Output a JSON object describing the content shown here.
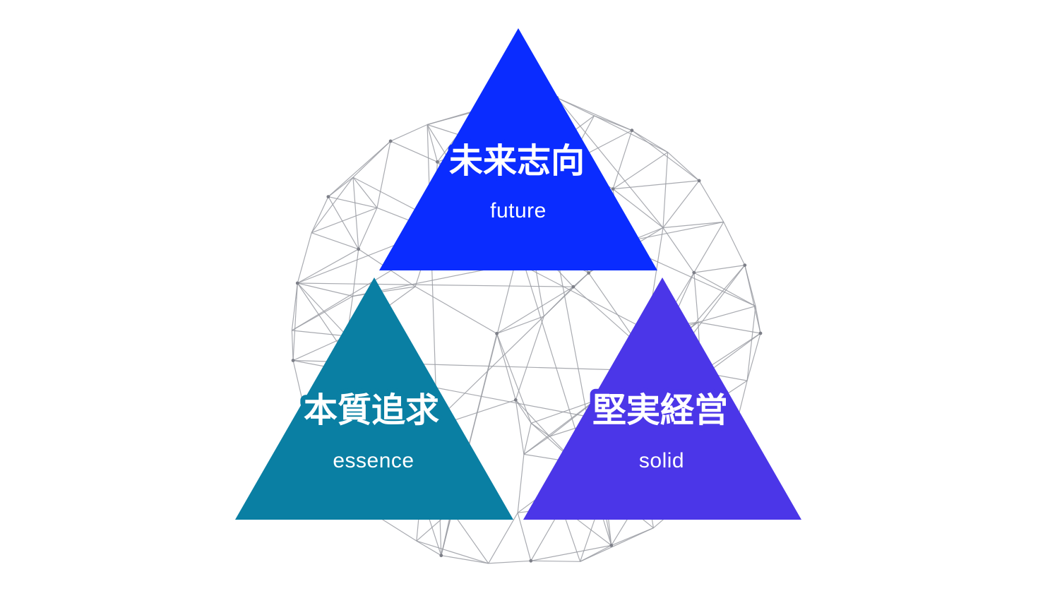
{
  "colors": {
    "future": "#0a2cff",
    "essence": "#0a7fa3",
    "solid": "#4b36e8",
    "mesh": "#9a9ca3"
  },
  "pillars": [
    {
      "id": "future",
      "jp": "未来志向",
      "en": "future"
    },
    {
      "id": "essence",
      "jp": "本質追求",
      "en": "essence"
    },
    {
      "id": "solid",
      "jp": "堅実経営",
      "en": "solid"
    }
  ]
}
